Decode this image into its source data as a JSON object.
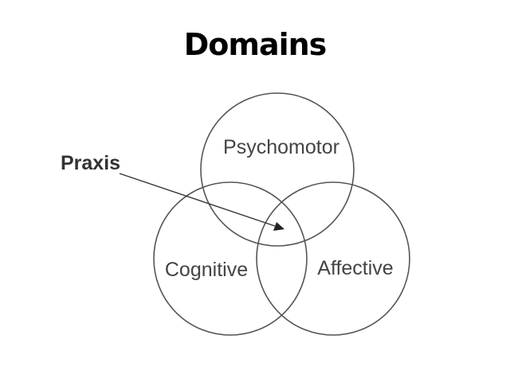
{
  "title": "Domains",
  "diagram": {
    "type": "venn",
    "sets": [
      {
        "label": "Psychomotor"
      },
      {
        "label": "Cognitive"
      },
      {
        "label": "Affective"
      }
    ],
    "pointer": {
      "label": "Praxis",
      "target": "intersection of Psychomotor, Cognitive and Affective"
    },
    "colors": {
      "circle_stroke": "#555555",
      "text": "#444444"
    }
  }
}
